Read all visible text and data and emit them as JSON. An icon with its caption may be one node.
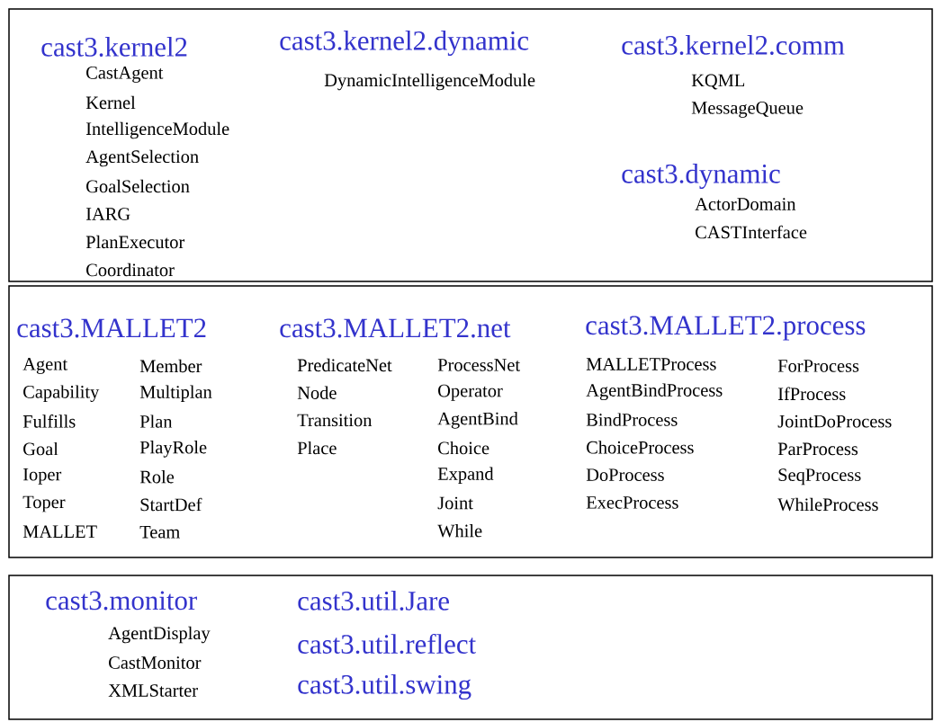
{
  "diagram": {
    "nodes": [
      {
        "text": [
          "cast3.kernel2",
          "CastAgent",
          "Kernel",
          "IntelligenceModule",
          "AgentSelection",
          "GoalSelection",
          "IARG",
          "PlanExecutor",
          "Coordinator",
          "cast3.kernel2.dynamic",
          "DynamicIntelligenceModule",
          "cast3.kernel2.comm",
          "KQML",
          "MessageQueue",
          "cast3.dynamic",
          "ActorDomain",
          "CASTInterface"
        ]
      },
      {
        "text": [
          "cast3.MALLET2",
          "cast3.MALLET2.net",
          "cast3.MALLET2.process",
          "Agent",
          "Capability",
          "Fulfills",
          "Goal",
          "Ioper",
          "Toper",
          "MALLET",
          "Member",
          "Multiplan",
          "Plan",
          "PlayRole",
          "Role",
          "StartDef",
          "Team",
          "PredicateNet",
          "Node",
          "Transition",
          "Place",
          "ProcessNet",
          "Operator",
          "AgentBind",
          "Choice",
          "Expand",
          "Joint",
          "While",
          "MALLETProcess",
          "AgentBindProcess",
          "BindProcess",
          "ChoiceProcess",
          "DoProcess",
          "ExecProcess",
          "ForProcess",
          "IfProcess",
          "JointDoProcess",
          "ParProcess",
          "SeqProcess",
          "WhileProcess"
        ]
      },
      {
        "text": [
          "cast3.monitor",
          "AgentDisplay",
          "CastMonitor",
          "XMLStarter",
          "cast3.util.Jare",
          "cast3.util.reflect",
          "cast3.util.swing"
        ]
      }
    ]
  }
}
